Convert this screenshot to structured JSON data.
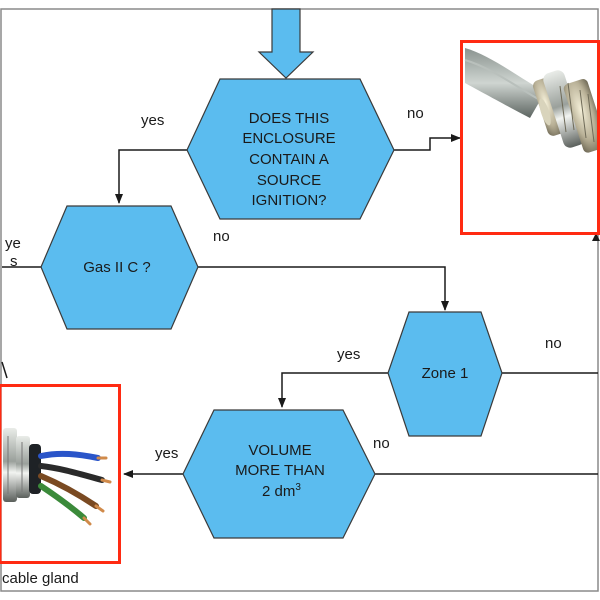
{
  "colors": {
    "hexagon_fill": "#5bbcef",
    "hexagon_stroke": "#3a3a3a",
    "arrow_fill": "#5bbcef",
    "frame_red": "#ff2a12",
    "border": "#8a8a8a",
    "line": "#1a1a1a"
  },
  "nodes": {
    "enclosure": {
      "line1": "DOES THIS",
      "line2": "ENCLOSURE",
      "line3": "CONTAIN A",
      "line4": "SOURCE",
      "line5": "IGNITION?"
    },
    "gas": {
      "text": "Gas II C ?"
    },
    "zone": {
      "text": "Zone 1"
    },
    "volume": {
      "line1": "VOLUME",
      "line2": "MORE THAN",
      "line3": "2 dm",
      "sup": "3"
    }
  },
  "labels": {
    "yes_top": "yes",
    "no_top": "no",
    "ye": "ye",
    "s": "s",
    "no_gas": "no",
    "yes_zone": "yes",
    "no_zone": "no",
    "yes_volume": "yes",
    "no_volume": "no",
    "caption": "cable gland"
  },
  "images": {
    "top_right": "metal-cable-gland-photo",
    "bottom_left": "cable-gland-with-wires-photo"
  }
}
